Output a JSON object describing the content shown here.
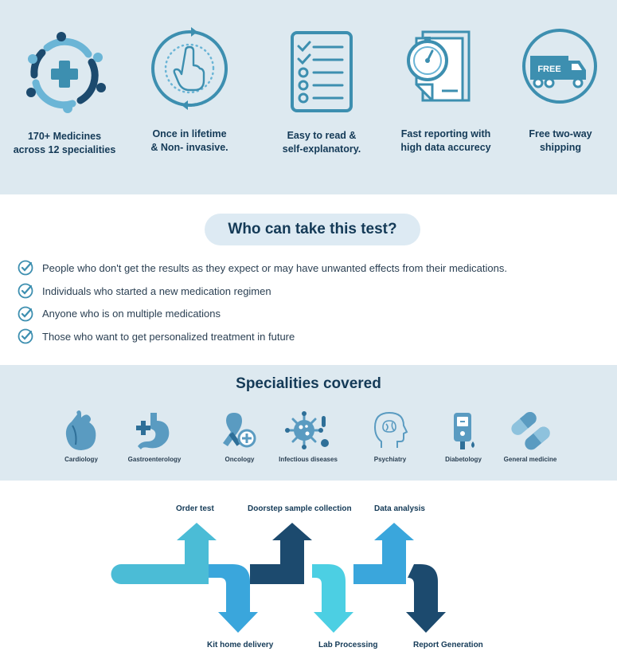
{
  "features": [
    {
      "icon": "hands-medical-cross-icon",
      "label": "170+ Medicines\nacross 12 specialities"
    },
    {
      "icon": "finger-cycle-icon",
      "label": "Once in lifetime\n& Non- invasive."
    },
    {
      "icon": "checklist-icon",
      "label": "Easy to read &\nself-explanatory."
    },
    {
      "icon": "stopwatch-report-icon",
      "label": "Fast reporting with\nhigh data accurecy"
    },
    {
      "icon": "truck-icon",
      "label": "Free two-way\nshipping",
      "badge": "FREE"
    }
  ],
  "who": {
    "title": "Who can take this test?",
    "items": [
      "People who don't get the results as they expect or may have unwanted effects from their medications.",
      "Individuals who started a new medication regimen",
      "Anyone who is on multiple medications",
      "Those who want to get personalized treatment in future"
    ]
  },
  "specialities": {
    "title": "Specialities covered",
    "items": [
      {
        "icon": "heart-icon",
        "label": "Cardiology"
      },
      {
        "icon": "stomach-icon",
        "label": "Gastroenterology"
      },
      {
        "icon": "ribbon-icon",
        "label": "Oncology"
      },
      {
        "icon": "virus-icon",
        "label": "Infectious diseases"
      },
      {
        "icon": "brain-head-icon",
        "label": "Psychiatry"
      },
      {
        "icon": "glucometer-icon",
        "label": "Diabetology"
      },
      {
        "icon": "capsule-icon",
        "label": "General medicine"
      }
    ]
  },
  "process": {
    "steps_top": [
      "Order test",
      "Doorstep sample collection",
      "Data analysis"
    ],
    "steps_bottom": [
      "Kit home delivery",
      "Lab Processing",
      "Report Generation"
    ]
  },
  "colors": {
    "band": "#dde9f0",
    "icon": "#3d8fb0",
    "dark": "#1c4a6e",
    "heading": "#143a57",
    "pill": "#ddeaf3"
  }
}
